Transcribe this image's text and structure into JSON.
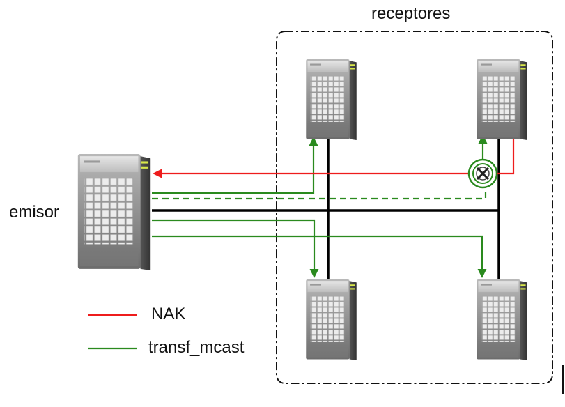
{
  "labels": {
    "receivers": "receptores",
    "sender": "emisor"
  },
  "legend": [
    {
      "label": "NAK",
      "color": "#ee1c1c"
    },
    {
      "label": "transf_mcast",
      "color": "#2a8a1e"
    }
  ],
  "colors": {
    "nak": "#ee1c1c",
    "mcast": "#2a8a1e",
    "bus": "#000000",
    "server_body": "#8a8a8a"
  },
  "icons": [
    "server-icon",
    "lost-packet-icon"
  ]
}
